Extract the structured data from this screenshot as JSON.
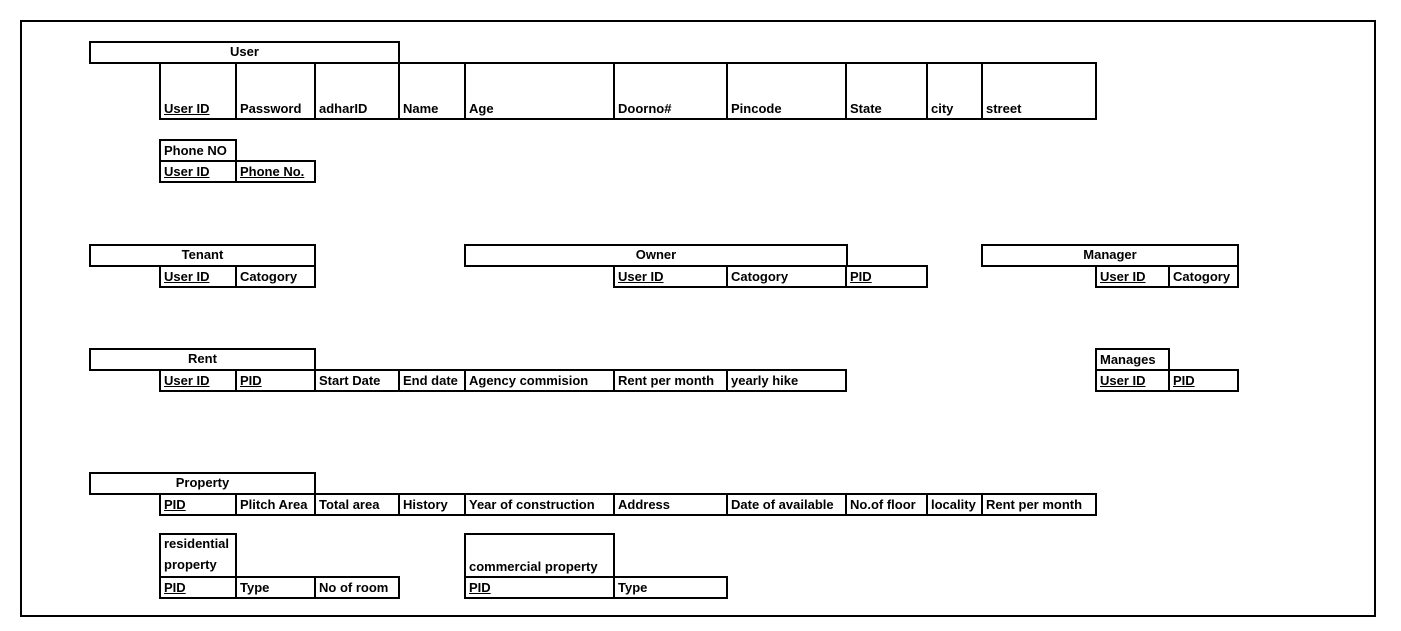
{
  "entities": {
    "user": {
      "title": "User",
      "attributes": [
        "User ID",
        "Password",
        "adharID",
        "Name",
        "Age",
        "Doorno#",
        "Pincode",
        "State",
        "city",
        "street"
      ]
    },
    "phone": {
      "title": "Phone NO",
      "attributes": [
        "User ID",
        "Phone No."
      ]
    },
    "tenant": {
      "title": "Tenant",
      "attributes": [
        "User ID",
        "Catogory"
      ]
    },
    "owner": {
      "title": "Owner",
      "attributes": [
        "User ID",
        "Catogory",
        "PID"
      ]
    },
    "manager": {
      "title": "Manager",
      "attributes": [
        "User ID",
        "Catogory"
      ]
    },
    "rent": {
      "title": "Rent",
      "attributes": [
        "User ID",
        "PID",
        "Start Date",
        "End date",
        "Agency commision",
        "Rent per month",
        "yearly hike"
      ]
    },
    "manages": {
      "title": "Manages",
      "attributes": [
        "User ID",
        "PID"
      ]
    },
    "property": {
      "title": "Property",
      "attributes": [
        "PID",
        "Plitch Area",
        "Total area",
        "History",
        "Year of construction",
        "Address",
        "Date of available",
        "No.of floor",
        "locality",
        "Rent per month"
      ]
    },
    "residential": {
      "title": "residential property",
      "attributes": [
        "PID",
        "Type",
        "No of room"
      ]
    },
    "commercial": {
      "title": "commercial property",
      "attributes": [
        "PID",
        "Type"
      ]
    }
  }
}
